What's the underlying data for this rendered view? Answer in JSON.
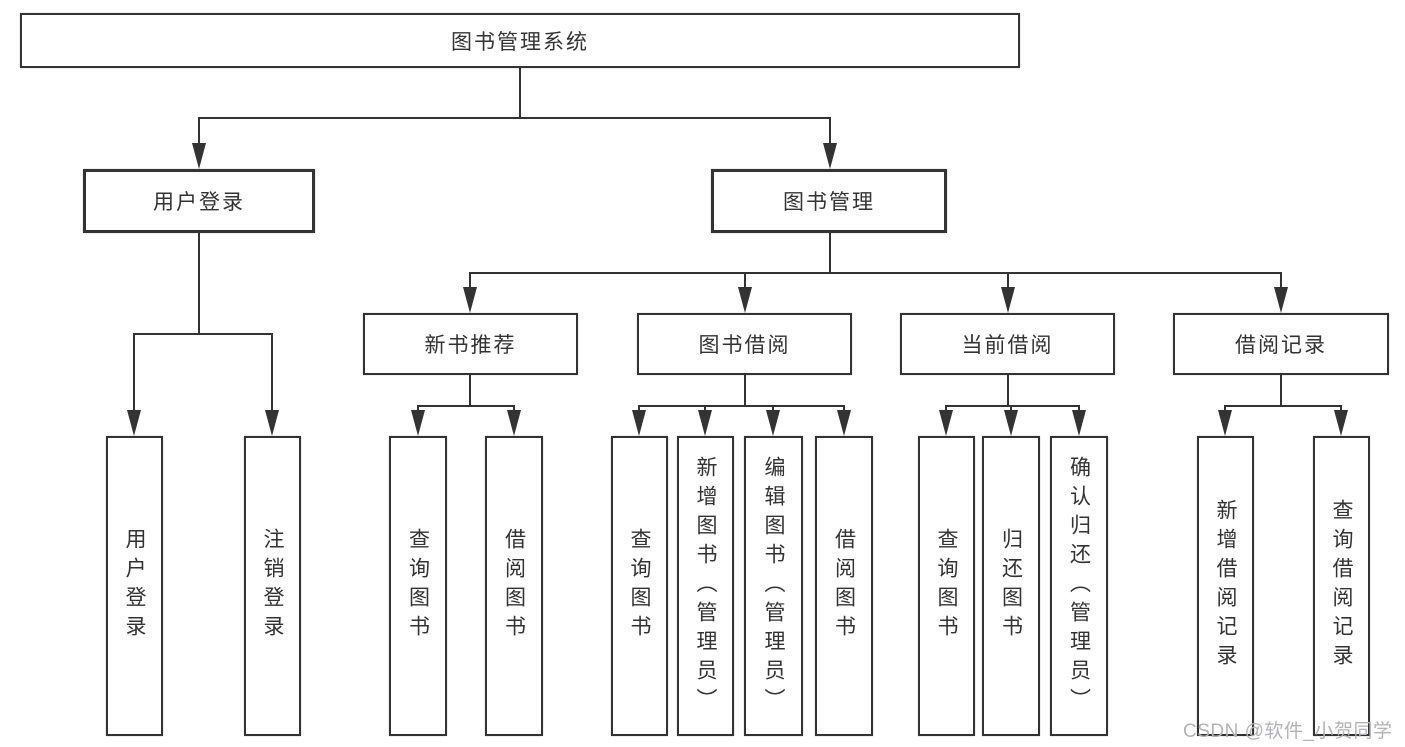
{
  "diagram": {
    "root": {
      "label": "图书管理系统"
    },
    "level2": {
      "user_login": {
        "label": "用户登录"
      },
      "book_mgmt": {
        "label": "图书管理"
      }
    },
    "level3": {
      "new_book_rec": {
        "label": "新书推荐"
      },
      "book_borrow": {
        "label": "图书借阅"
      },
      "current_borrow": {
        "label": "当前借阅"
      },
      "borrow_records": {
        "label": "借阅记录"
      }
    },
    "leaves": {
      "user_login": {
        "label": "用户登录"
      },
      "logout": {
        "label": "注销登录"
      },
      "nb_query": {
        "label": "查询图书"
      },
      "nb_borrow": {
        "label": "借阅图书"
      },
      "bb_query": {
        "label": "查询图书"
      },
      "bb_add": {
        "label": "新增图书（管理员）"
      },
      "bb_edit": {
        "label": "编辑图书（管理员）"
      },
      "bb_borrow": {
        "label": "借阅图书"
      },
      "cb_query": {
        "label": "查询图书"
      },
      "cb_return": {
        "label": "归还图书"
      },
      "cb_confirm": {
        "label": "确认归还（管理员）"
      },
      "br_add": {
        "label": "新增借阅记录"
      },
      "br_query": {
        "label": "查询借阅记录"
      }
    },
    "hierarchy": {
      "图书管理系统": {
        "用户登录": [
          "用户登录",
          "注销登录"
        ],
        "图书管理": {
          "新书推荐": [
            "查询图书",
            "借阅图书"
          ],
          "图书借阅": [
            "查询图书",
            "新增图书（管理员）",
            "编辑图书（管理员）",
            "借阅图书"
          ],
          "当前借阅": [
            "查询图书",
            "归还图书",
            "确认归还（管理员）"
          ],
          "借阅记录": [
            "新增借阅记录",
            "查询借阅记录"
          ]
        }
      }
    },
    "watermark": "CSDN @软件_小贺同学",
    "colors": {
      "line": "#333333",
      "text": "#333333",
      "background": "#ffffff",
      "watermark": "#b3b3b6"
    }
  }
}
